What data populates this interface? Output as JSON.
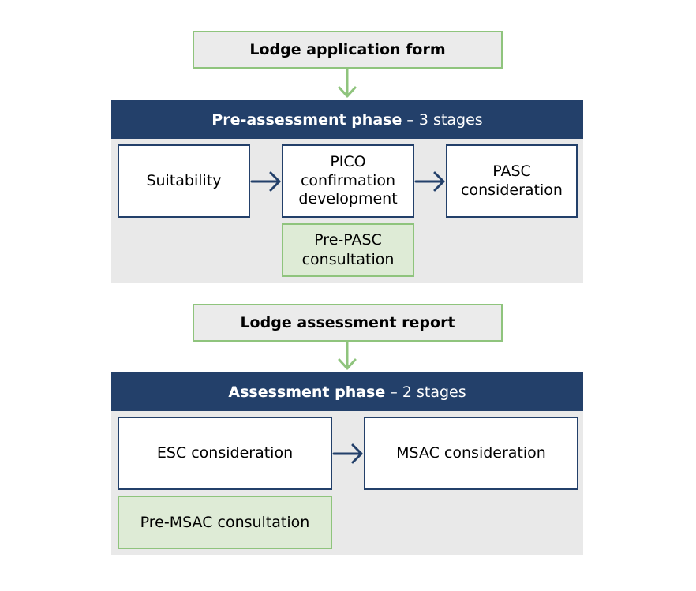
{
  "lodge_application": "Lodge application form",
  "pre_assessment": {
    "title_bold": "Pre-assessment phase",
    "title_rest": " – 3 stages",
    "stages": [
      {
        "lines": [
          "Suitability"
        ]
      },
      {
        "lines": [
          "PICO",
          "confirmation",
          "development"
        ]
      },
      {
        "lines": [
          "PASC",
          "consideration"
        ]
      }
    ],
    "consultation": [
      "Pre-PASC",
      "consultation"
    ]
  },
  "lodge_assessment": "Lodge assessment report",
  "assessment": {
    "title_bold": "Assessment phase",
    "title_rest": " – 2 stages",
    "stages": [
      {
        "lines": [
          "ESC consideration"
        ]
      },
      {
        "lines": [
          "MSAC consideration"
        ]
      }
    ],
    "consultation": [
      "Pre-MSAC consultation"
    ]
  },
  "colors": {
    "navy": "#23406a",
    "green": "#8fc47d",
    "green_fill": "#deebd6",
    "panel_grey": "#e9e9e9"
  }
}
